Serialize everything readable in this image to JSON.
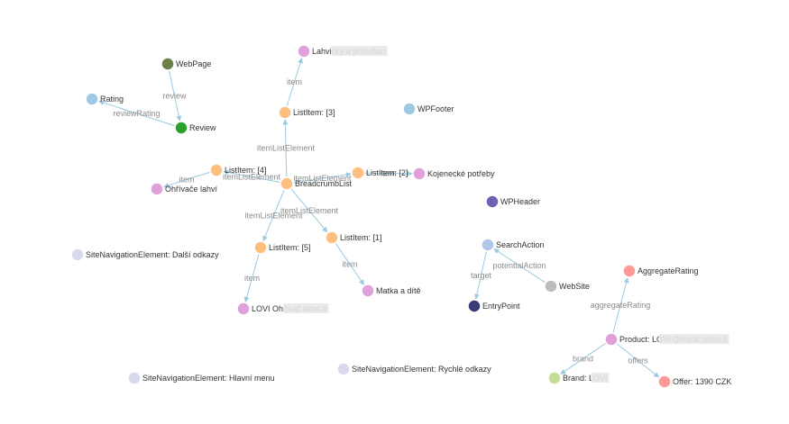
{
  "graph": {
    "nodes": [
      {
        "id": "webpage",
        "label": "WebPage",
        "color": "#6b7f46"
      },
      {
        "id": "rating",
        "label": "Rating",
        "color": "#9ecae1"
      },
      {
        "id": "review",
        "label": "Review",
        "color": "#2ca02c"
      },
      {
        "id": "lahvicky",
        "label": "Lahvičky a příslušen",
        "color": "#dfa0db"
      },
      {
        "id": "li3",
        "label": "ListItem: [3]",
        "color": "#fdbf7f"
      },
      {
        "id": "wpfooter",
        "label": "WPFooter",
        "color": "#9ecae1"
      },
      {
        "id": "li4",
        "label": "ListItem: [4]",
        "color": "#fdbf7f"
      },
      {
        "id": "ohrivace",
        "label": "Ohřívače lahví",
        "color": "#dfa0db"
      },
      {
        "id": "bcl",
        "label": "BreadcrumbList",
        "color": "#fdbf7f"
      },
      {
        "id": "li2",
        "label": "ListItem: [2]",
        "color": "#fdbf7f"
      },
      {
        "id": "kojenecke",
        "label": "Kojenecké potřeby",
        "color": "#dfa0db"
      },
      {
        "id": "wpheader",
        "label": "WPHeader",
        "color": "#6b62b1"
      },
      {
        "id": "li5",
        "label": "ListItem: [5]",
        "color": "#fdbf7f"
      },
      {
        "id": "li1",
        "label": "ListItem: [1]",
        "color": "#fdbf7f"
      },
      {
        "id": "sitenav_dalsi",
        "label": "SiteNavigationElement: Další odkazy",
        "color": "#d9d9ee"
      },
      {
        "id": "searchaction",
        "label": "SearchAction",
        "color": "#aec7e8"
      },
      {
        "id": "website",
        "label": "WebSite",
        "color": "#bdbdbd"
      },
      {
        "id": "aggregaterating",
        "label": "AggregateRating",
        "color": "#ff9896"
      },
      {
        "id": "entrypoint",
        "label": "EntryPoint",
        "color": "#393b79"
      },
      {
        "id": "lovi_ohrivac",
        "label": "LOVI Ohřívač lahví 4",
        "color": "#dfa0db"
      },
      {
        "id": "matka",
        "label": "Matka a dítě",
        "color": "#dfa0db"
      },
      {
        "id": "product",
        "label": "Product: LOVI Ohřívač lahví 4",
        "color": "#dfa0db"
      },
      {
        "id": "sitenav_hlavni",
        "label": "SiteNavigationElement: Hlavní menu",
        "color": "#d9d9ee"
      },
      {
        "id": "sitenav_rychle",
        "label": "SiteNavigationElement: Rychlé odkazy",
        "color": "#d9d9ee"
      },
      {
        "id": "brand",
        "label": "Brand: LOVI",
        "color": "#c7dd97"
      },
      {
        "id": "offer",
        "label": "Offer: 1390 CZK",
        "color": "#ff9896"
      }
    ],
    "edges": [
      {
        "from": "webpage",
        "to": "review",
        "label": "review"
      },
      {
        "from": "review",
        "to": "rating",
        "label": "reviewRating"
      },
      {
        "from": "li3",
        "to": "lahvicky",
        "label": "item"
      },
      {
        "from": "bcl",
        "to": "li3",
        "label": "itemListElement"
      },
      {
        "from": "bcl",
        "to": "li4",
        "label": "itemListElement"
      },
      {
        "from": "li4",
        "to": "ohrivace",
        "label": "item"
      },
      {
        "from": "bcl",
        "to": "li2",
        "label": "itemListElement"
      },
      {
        "from": "li2",
        "to": "kojenecke",
        "label": "item"
      },
      {
        "from": "bcl",
        "to": "li5",
        "label": "itemListElement"
      },
      {
        "from": "bcl",
        "to": "li1",
        "label": "itemListElement"
      },
      {
        "from": "li5",
        "to": "lovi_ohrivac",
        "label": "item"
      },
      {
        "from": "li1",
        "to": "matka",
        "label": "item"
      },
      {
        "from": "website",
        "to": "searchaction",
        "label": "potentialAction"
      },
      {
        "from": "searchaction",
        "to": "entrypoint",
        "label": "target"
      },
      {
        "from": "product",
        "to": "aggregaterating",
        "label": "aggregateRating"
      },
      {
        "from": "product",
        "to": "brand",
        "label": "brand"
      },
      {
        "from": "product",
        "to": "offer",
        "label": "offers"
      }
    ]
  }
}
